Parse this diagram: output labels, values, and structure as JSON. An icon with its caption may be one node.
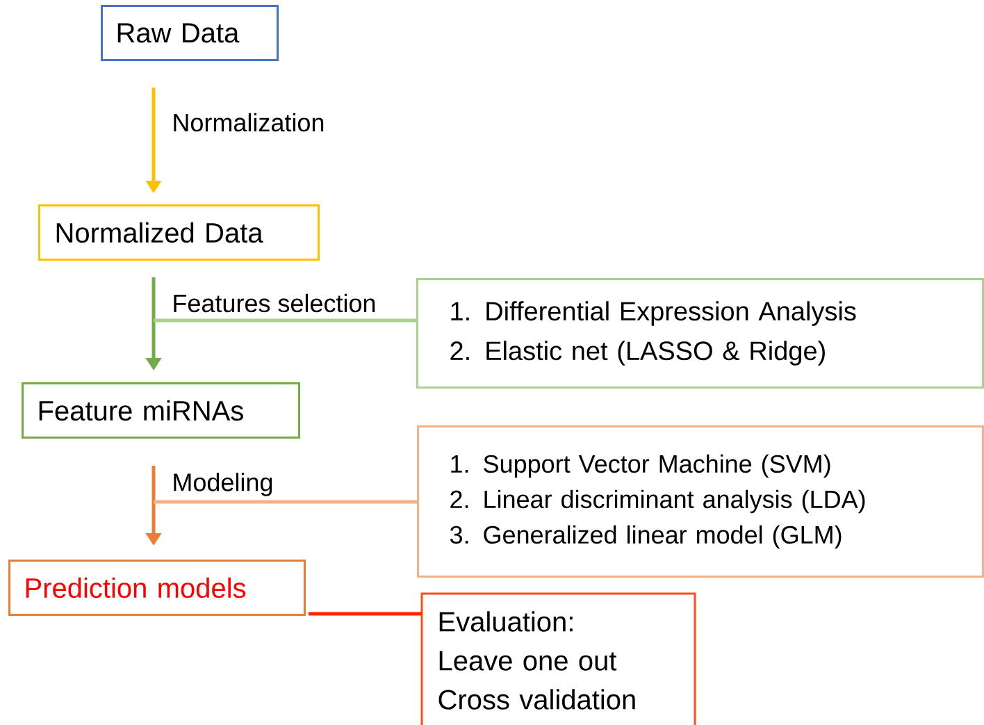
{
  "diagram": {
    "nodes": [
      {
        "text": [
          "Raw Data"
        ]
      },
      {
        "text": [
          "Normalized Data"
        ]
      },
      {
        "text": [
          "Feature miRNAs"
        ]
      },
      {
        "text": [
          "1. Differential Expression Analysis",
          "2. Elastic net (LASSO & Ridge)"
        ]
      },
      {
        "text": [
          "Prediction models"
        ]
      },
      {
        "text": [
          "1. Support Vector Machine (SVM)",
          "2. Linear discriminant analysis (LDA)",
          "3. Generalized linear model (GLM)"
        ]
      },
      {
        "text": [
          "Evaluation:",
          "Leave one out",
          "Cross validation"
        ]
      }
    ],
    "edges": [
      {
        "from": 0,
        "to": 1,
        "arrow": "to",
        "label": "Normalization",
        "color": "#ffc000"
      },
      {
        "from": 1,
        "to": 2,
        "arrow": "to",
        "label": "Features selection",
        "color": "#70ad47"
      },
      {
        "from": 2,
        "to": 4,
        "arrow": "to",
        "label": "Modeling",
        "color": "#ed7d31"
      },
      {
        "from": 3,
        "to": null,
        "arrow": "none",
        "color": "#a9d18e"
      },
      {
        "from": 5,
        "to": null,
        "arrow": "none",
        "color": "#f4b183"
      },
      {
        "from": 4,
        "to": 6,
        "arrow": "none",
        "color": "#ff2600"
      }
    ]
  }
}
